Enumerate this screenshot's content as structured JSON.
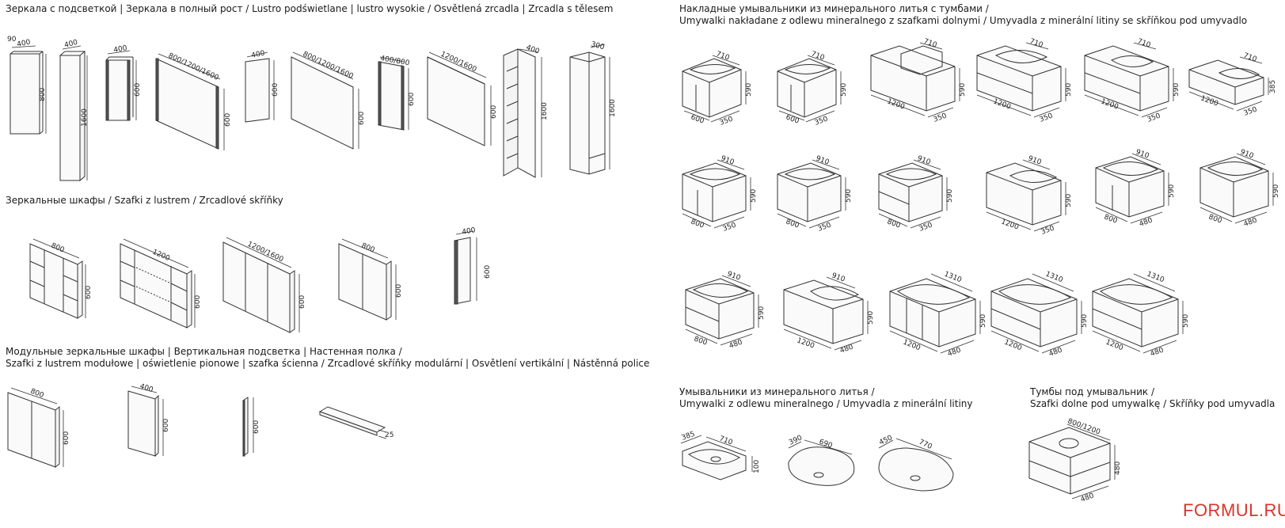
{
  "sections": {
    "mirrors": "Зеркала с подсветкой | Зеркала в полный рост / Lustro podświetlane | lustro wysokie / Osvětlená zrcadla | Zrcadla s tělesem",
    "mirror_cabinets": "Зеркальные шкафы / Szafki z lustrem / Zrcadlové skříňky",
    "modular_line1": "Модульные зеркальные шкафы | Вертикальная подсветка | Настенная полка /",
    "modular_line2": "Szafki z lustrem modułowe | oświetlenie pionowe | szafka ścienna / Zrcadlové skříňky modulární | Osvětlení vertikální | Nástěnná police",
    "vanity_line1": "Накладные умывальники из минерального литья с тумбами /",
    "vanity_line2": "Umywalki nakładane z odlewu mineralnego z szafkami dolnymi / Umyvadla z minerální litiny se skříňkou pod umyvadlo",
    "basins_line1": "Умывальники из минерального литья /",
    "basins_line2": "Umywalki z odlewu mineralnego / Umyvadla z minerální litiny",
    "cabinets_line1": "Тумбы под умывальник /",
    "cabinets_line2": "Szafki dolne pod umywalkę / Skříňky pod umyvadla"
  },
  "brand": "FORMUL.RU",
  "mirrors_dims": {
    "m1": [
      "90",
      "400",
      "800"
    ],
    "m2": [
      "400",
      "1600"
    ],
    "m3": [
      "400",
      "600"
    ],
    "m4": [
      "800/1200/1600",
      "600"
    ],
    "m5": [
      "400",
      "600"
    ],
    "m6": [
      "800/1200/1600",
      "600"
    ],
    "m7": [
      "400/800",
      "600"
    ],
    "m8": [
      "1200/1600",
      "600"
    ],
    "m9": [
      "400",
      "1600"
    ],
    "m10": [
      "300",
      "1600"
    ]
  },
  "cabinet_dims": {
    "c1": [
      "800",
      "600"
    ],
    "c2": [
      "1200",
      "600"
    ],
    "c3": [
      "1200/1600",
      "600"
    ],
    "c4": [
      "800",
      "600"
    ],
    "c5": [
      "400",
      "600"
    ]
  },
  "modular_dims": {
    "d1": [
      "800",
      "600"
    ],
    "d2": [
      "400",
      "600"
    ],
    "d3": [
      "600"
    ],
    "d4": [
      "25"
    ]
  },
  "vanity_dims": {
    "row1": [
      [
        "710",
        "600",
        "350",
        "590"
      ],
      [
        "710",
        "600",
        "350",
        "590"
      ],
      [
        "710",
        "1200",
        "350",
        "590"
      ],
      [
        "710",
        "1200",
        "350",
        "590"
      ],
      [
        "710",
        "1200",
        "350",
        "590"
      ],
      [
        "710",
        "1200",
        "350",
        "385"
      ]
    ],
    "row2": [
      [
        "910",
        "800",
        "350",
        "590"
      ],
      [
        "910",
        "800",
        "350",
        "590"
      ],
      [
        "910",
        "800",
        "350",
        "590"
      ],
      [
        "910",
        "1200",
        "350",
        "590"
      ],
      [
        "910",
        "800",
        "480",
        "590"
      ],
      [
        "910",
        "800",
        "480",
        "590"
      ]
    ],
    "row3": [
      [
        "910",
        "800",
        "480",
        "590"
      ],
      [
        "910",
        "1200",
        "480",
        "590"
      ],
      [
        "1310",
        "1200",
        "480",
        "590"
      ],
      [
        "1310",
        "1200",
        "480",
        "590"
      ],
      [
        "1310",
        "1200",
        "480",
        "590"
      ]
    ]
  },
  "basin_dims": {
    "b1": [
      "385",
      "710",
      "100"
    ],
    "b2": [
      "390",
      "690"
    ],
    "b3": [
      "450",
      "770"
    ]
  },
  "base_cabinet_dims": [
    "800/1200",
    "480",
    "480"
  ]
}
